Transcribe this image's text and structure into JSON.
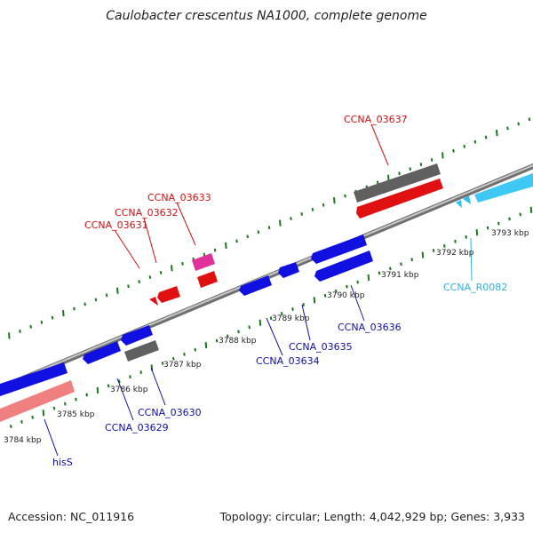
{
  "title": "Caulobacter crescentus NA1000, complete genome",
  "footer": {
    "accession": "Accession: NC_011916",
    "stats": "Topology: circular; Length: 4,042,929 bp; Genes: 3,933"
  },
  "colors": {
    "backbone": "#8a8a8a",
    "tick": "#1a7a1a",
    "cds_forward": "#e01010",
    "cds_reverse": "#1010e0",
    "pseudo": "#606060",
    "trna": "#e0309a",
    "rrna": "#f08080",
    "ncrna": "#30c0f0"
  },
  "ticks": [
    {
      "label": "3784 kbp"
    },
    {
      "label": "3785 kbp"
    },
    {
      "label": "3786 kbp"
    },
    {
      "label": "3787 kbp"
    },
    {
      "label": "3788 kbp"
    },
    {
      "label": "3789 kbp"
    },
    {
      "label": "3790 kbp"
    },
    {
      "label": "3791 kbp"
    },
    {
      "label": "3792 kbp"
    },
    {
      "label": "3793 kbp"
    }
  ],
  "genes": [
    {
      "name": "CCNA_03637",
      "color": "#d01010"
    },
    {
      "name": "CCNA_03633",
      "color": "#d01010"
    },
    {
      "name": "CCNA_03632",
      "color": "#d01010"
    },
    {
      "name": "CCNA_03631",
      "color": "#d01010"
    },
    {
      "name": "CCNA_R0082",
      "color": "#30b0e0"
    },
    {
      "name": "CCNA_03636",
      "color": "#1010a0"
    },
    {
      "name": "CCNA_03635",
      "color": "#1010a0"
    },
    {
      "name": "CCNA_03634",
      "color": "#1010a0"
    },
    {
      "name": "CCNA_03630",
      "color": "#1010a0"
    },
    {
      "name": "CCNA_03629",
      "color": "#1010a0"
    },
    {
      "name": "hisS",
      "color": "#1010a0"
    }
  ]
}
